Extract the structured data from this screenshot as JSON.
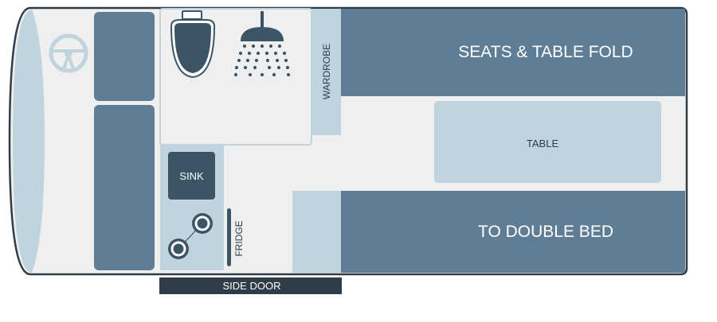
{
  "floorplan": {
    "seats_label": "SEATS & TABLE FOLD",
    "table_label": "TABLE",
    "bed_label": "TO DOUBLE BED",
    "wardrobe_label": "WARDROBE",
    "sink_label": "SINK",
    "fridge_label": "FRIDGE",
    "side_door_label": "SIDE DOOR"
  },
  "icons": [
    "steering-wheel-icon",
    "toilet-icon",
    "shower-icon",
    "stove-burner-icon"
  ],
  "colors": {
    "outline": "#2e3d48",
    "floor": "#efefef",
    "seat_dark": "#5f7e96",
    "seat_light": "#bfd4df",
    "fixture_dark": "#3b5566",
    "door": "#2e3d48"
  }
}
